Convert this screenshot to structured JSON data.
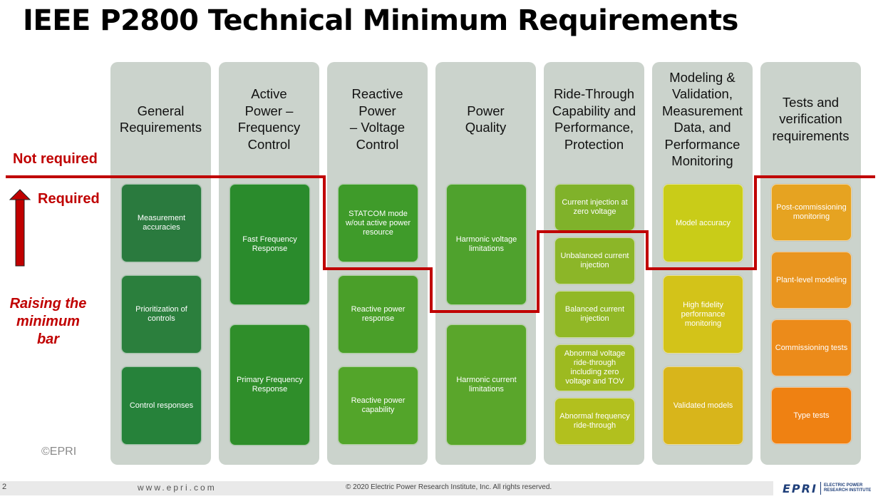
{
  "title": "IEEE P2800 Technical Minimum Requirements",
  "labels": {
    "not_required": "Not required",
    "required": "Required",
    "raising": "Raising the\nminimum\nbar",
    "watermark": "©EPRI"
  },
  "columns": [
    {
      "header": "General\nRequirements",
      "items": [
        "Measurement\naccuracies",
        "Prioritization of\ncontrols",
        "Control responses"
      ]
    },
    {
      "header": "Active\nPower –\nFrequency\nControl",
      "items": [
        "Fast Frequency\nResponse",
        "Primary Frequency\nResponse"
      ]
    },
    {
      "header": "Reactive\nPower\n– Voltage\nControl",
      "items": [
        "STATCOM mode\nw/out active power\nresource",
        "Reactive power\nresponse",
        "Reactive power\ncapability"
      ]
    },
    {
      "header": "Power\nQuality",
      "items": [
        "Harmonic voltage\nlimitations",
        "Harmonic current\nlimitations"
      ]
    },
    {
      "header": "Ride-Through\nCapability and\nPerformance,\nProtection",
      "items": [
        "Current injection at\nzero voltage",
        "Unbalanced current\ninjection",
        "Balanced current\ninjection",
        "Abnormal voltage\nride-through\nincluding zero\nvoltage and TOV",
        "Abnormal frequency\nride-through"
      ]
    },
    {
      "header": "Modeling &\nValidation,\nMeasurement\nData, and\nPerformance\nMonitoring",
      "items": [
        "Model accuracy",
        "High fidelity\nperformance\nmonitoring",
        "Validated models"
      ]
    },
    {
      "header": "Tests and\nverification\nrequirements",
      "items": [
        "Post-commissioning\nmonitoring",
        "Plant-level modeling",
        "Commissioning tests",
        "Type tests"
      ]
    }
  ],
  "colors": {
    "column_bg": "#cbd3cc",
    "threshold_line": "#c00000",
    "accent_red": "#c00000"
  },
  "footer": {
    "page_number": "2",
    "url": "www.epri.com",
    "copyright": "© 2020 Electric Power Research Institute, Inc. All rights reserved.",
    "logo_text": "EPRI",
    "logo_tagline": "ELECTRIC POWER\nRESEARCH INSTITUTE"
  }
}
